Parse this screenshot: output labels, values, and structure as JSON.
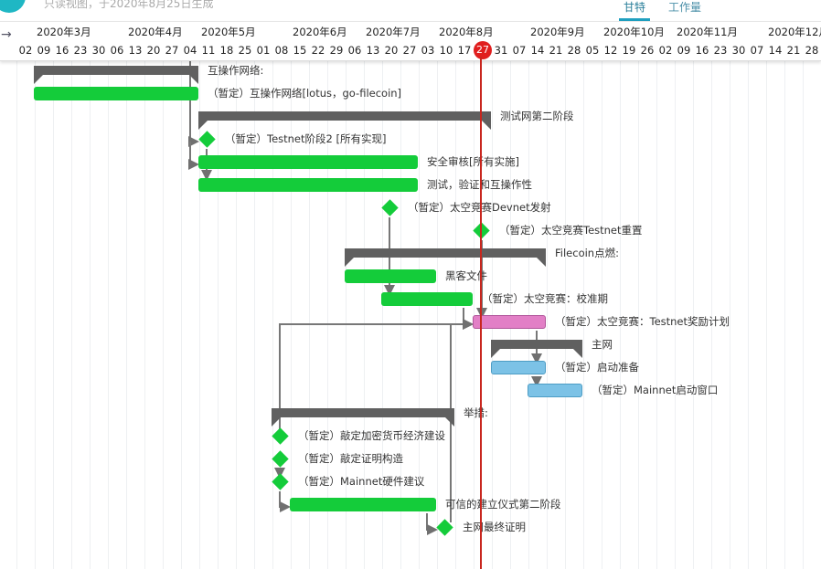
{
  "app": {
    "subtitle": "只读视图，于2020年8月25日生成"
  },
  "tabs": [
    {
      "label": "甘特",
      "active": true
    },
    {
      "label": "工作量",
      "active": false
    }
  ],
  "timeline": {
    "months": [
      {
        "label": "2020年3月",
        "week": 1
      },
      {
        "label": "2020年4月",
        "week": 6
      },
      {
        "label": "2020年5月",
        "week": 10
      },
      {
        "label": "2020年6月",
        "week": 15
      },
      {
        "label": "2020年7月",
        "week": 19
      },
      {
        "label": "2020年8月",
        "week": 23
      },
      {
        "label": "2020年9月",
        "week": 28
      },
      {
        "label": "2020年10月",
        "week": 32
      },
      {
        "label": "2020年11月",
        "week": 36
      },
      {
        "label": "2020年12月",
        "week": 41
      }
    ],
    "weeks": [
      "02",
      "09",
      "16",
      "23",
      "30",
      "06",
      "13",
      "20",
      "27",
      "04",
      "11",
      "18",
      "25",
      "01",
      "08",
      "15",
      "22",
      "29",
      "06",
      "13",
      "20",
      "27",
      "03",
      "10",
      "17",
      "27",
      "31",
      "07",
      "14",
      "21",
      "28",
      "05",
      "12",
      "19",
      "26",
      "02",
      "09",
      "16",
      "23",
      "30",
      "07",
      "14",
      "21",
      "28"
    ],
    "today": {
      "label": "27",
      "week_index": 25
    }
  },
  "colors": {
    "task": "#14cc3a",
    "highlight": "#e27fc6",
    "mainnet": "#7cc2e6",
    "summary": "#606060",
    "today": "#c8261e"
  },
  "tasks": [
    {
      "type": "summary",
      "label": "互操作网络:",
      "start": 0.95,
      "end": 9.95
    },
    {
      "type": "task",
      "label": "（暂定）互操作网络[lotus，go-filecoin]",
      "start": 0.95,
      "end": 9.95,
      "color": "task"
    },
    {
      "type": "summary",
      "label": "测试网第二阶段",
      "start": 9.95,
      "end": 25.95
    },
    {
      "type": "milestone",
      "label": "（暂定）Testnet阶段2 [所有实现]",
      "at": 10.4
    },
    {
      "type": "task",
      "label": "安全审核[所有实施]",
      "start": 9.95,
      "end": 21.95,
      "color": "task"
    },
    {
      "type": "task",
      "label": "测试，验证和互操作性",
      "start": 9.95,
      "end": 21.95,
      "color": "task"
    },
    {
      "type": "milestone",
      "label": "（暂定）太空竞赛Devnet发射",
      "at": 20.4
    },
    {
      "type": "milestone",
      "label": "（暂定）太空竞赛Testnet重置",
      "at": 25.4
    },
    {
      "type": "summary",
      "label": "Filecoin点燃:",
      "start": 17.95,
      "end": 28.95
    },
    {
      "type": "task",
      "label": "黑客文件",
      "start": 17.95,
      "end": 22.95,
      "color": "task"
    },
    {
      "type": "task",
      "label": "（暂定）太空竞赛：校准期",
      "start": 19.95,
      "end": 24.95,
      "color": "task"
    },
    {
      "type": "task",
      "label": "（暂定）太空竞赛：Testnet奖励计划",
      "start": 24.95,
      "end": 28.95,
      "color": "highlight"
    },
    {
      "type": "summary",
      "label": "主网",
      "start": 25.95,
      "end": 30.95
    },
    {
      "type": "task",
      "label": "（暂定）启动准备",
      "start": 25.95,
      "end": 28.95,
      "color": "mainnet"
    },
    {
      "type": "task",
      "label": "（暂定）Mainnet启动窗口",
      "start": 27.95,
      "end": 30.95,
      "color": "mainnet"
    },
    {
      "type": "summary",
      "label": "举措:",
      "start": 13.95,
      "end": 23.95
    },
    {
      "type": "milestone",
      "label": "（暂定）敲定加密货币经济建设",
      "at": 14.4
    },
    {
      "type": "milestone",
      "label": "（暂定）敲定证明构造",
      "at": 14.4
    },
    {
      "type": "milestone",
      "label": "（暂定）Mainnet硬件建议",
      "at": 14.4
    },
    {
      "type": "task",
      "label": "可信的建立仪式第二阶段",
      "start": 14.95,
      "end": 22.95,
      "color": "task"
    },
    {
      "type": "milestone",
      "label": "主网最终证明",
      "at": 23.4
    }
  ]
}
